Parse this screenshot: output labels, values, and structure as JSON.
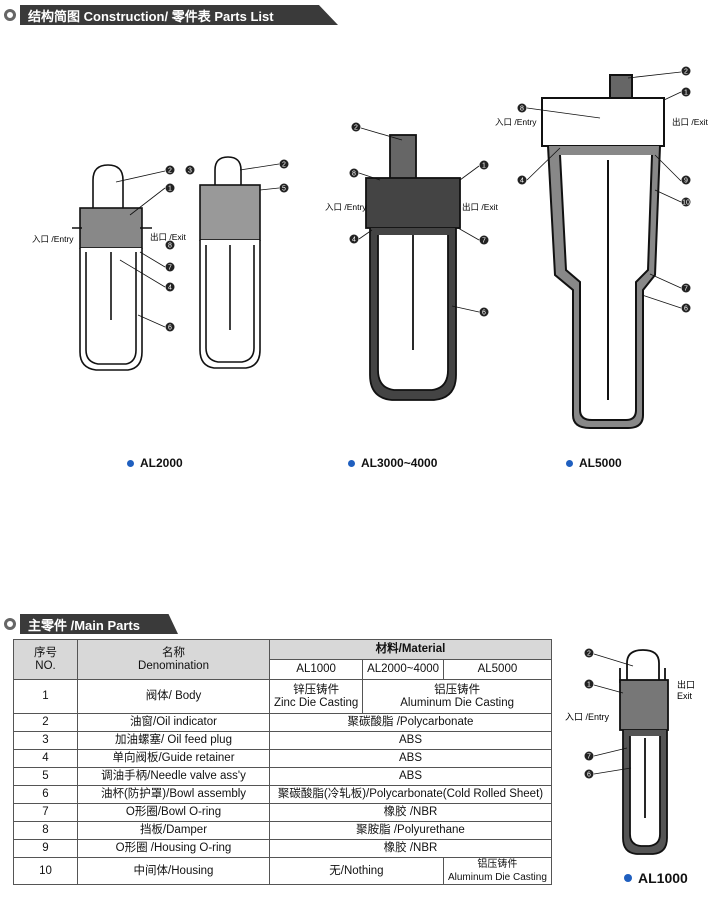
{
  "section1": {
    "title": "结构简图 Construction/ 零件表 Parts List"
  },
  "section2": {
    "title": "主零件 /Main Parts"
  },
  "diagram": {
    "entry_label": "入口 /Entry",
    "exit_label": "出口 /Exit",
    "exit_cn": "出口",
    "exit_en": "Exit",
    "callouts": [
      "1",
      "2",
      "3",
      "4",
      "5",
      "6",
      "7",
      "8",
      "9",
      "10"
    ]
  },
  "models": {
    "al2000": "AL2000",
    "al3000": "AL3000~4000",
    "al5000": "AL5000",
    "al1000": "AL1000"
  },
  "table": {
    "no_cn": "序号",
    "no_en": "NO.",
    "den_cn": "名称",
    "den_en": "Denomination",
    "material": "材料/Material",
    "col_al1000": "AL1000",
    "col_al2000": "AL2000~4000",
    "col_al5000": "AL5000",
    "rows": [
      {
        "no": "1",
        "name": "阀体/ Body",
        "m1_cn": "锌压铸件",
        "m1_en": "Zinc Die Casting",
        "m2_cn": "铝压铸件",
        "m2_en": "Aluminum Die Casting"
      },
      {
        "no": "2",
        "name": "油窗/Oil indicator",
        "mat": "聚碳酸脂 /Polycarbonate"
      },
      {
        "no": "3",
        "name": "加油螺塞/ Oil feed plug",
        "mat": "ABS"
      },
      {
        "no": "4",
        "name": "单向阀板/Guide retainer",
        "mat": "ABS"
      },
      {
        "no": "5",
        "name": "调油手柄/Needle valve ass'y",
        "mat": "ABS"
      },
      {
        "no": "6",
        "name": "油杯(防护罩)/Bowl assembly",
        "mat": "聚碳酸脂(冷轧板)/Polycarbonate(Cold Rolled Sheet)"
      },
      {
        "no": "7",
        "name": "O形圈/Bowl O-ring",
        "mat": "橡胶 /NBR"
      },
      {
        "no": "8",
        "name": "挡板/Damper",
        "mat": "聚胺脂 /Polyurethane"
      },
      {
        "no": "9",
        "name": "O形圈 /Housing O-ring",
        "mat": "橡胶 /NBR"
      },
      {
        "no": "10",
        "name": "中间体/Housing",
        "mat_a": "无/Nothing",
        "mat_b_cn": "铝压铸件",
        "mat_b_en": "Aluminum Die Casting"
      }
    ]
  }
}
